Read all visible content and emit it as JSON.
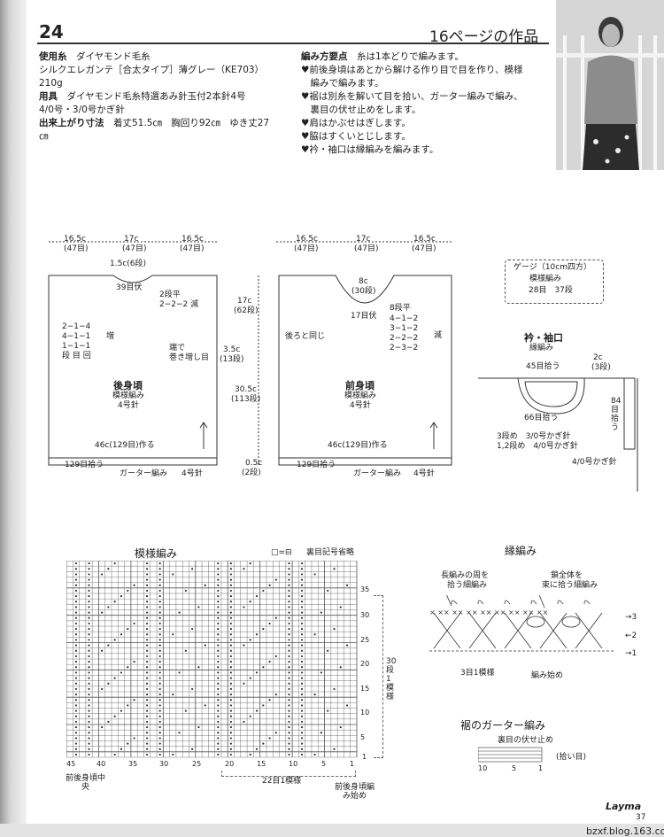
{
  "header": {
    "number": "24",
    "title": "16ページの作品"
  },
  "materials": {
    "yarn_label": "使用糸",
    "yarn_brand": "ダイヤモンド毛糸",
    "yarn_name": "シルクエレガンテ［合太タイプ］薄グレー（KE703）",
    "yarn_amount": "210g",
    "tools_label": "用具",
    "tools": "ダイヤモンド毛糸特選あみ針玉付2本針4号",
    "tools2": "4/0号・3/0号かぎ針",
    "size_label": "出来上がり寸法",
    "size": "着丈51.5㎝　胸回り92㎝　ゆき丈27",
    "size2": "㎝"
  },
  "instructions": {
    "label": "編み方要点",
    "intro": "糸は1本どりで編みます。",
    "items": [
      "♥前後身頃はあとから解ける作り目で目を作り、模様",
      "　編みで編みます。",
      "♥裾は別糸を解いて目を拾い、ガーター編みで編み、",
      "　裏目の伏せ止めをします。",
      "♥肩はかぶせはぎします。",
      "♥脇はすくいとじします。",
      "♥衿・袖口は縁編みを編みます。"
    ]
  },
  "back": {
    "top_dims": [
      "16.5c",
      "17c",
      "16.5c"
    ],
    "top_sts": [
      "(47目)",
      "(47目)",
      "(47目)"
    ],
    "neck_depth": "1.5c(6段)",
    "neck_bo": "39目伏",
    "neck_dec1": "2段平",
    "neck_dec2": "2−2−2 減",
    "inc_rows": [
      "2−1−4",
      "4−1−1",
      "1−1−1",
      "段 目 回"
    ],
    "inc_label": "増",
    "edge_cast1": "端で",
    "edge_cast2": "巻き増し目",
    "name": "後身頃",
    "pattern": "模様編み",
    "needle": "4号針",
    "bottom_cast": "46c(129目)作る",
    "pickup": "129目拾う",
    "garter": "ガーター編み",
    "garter_needle": "4号針"
  },
  "mid": {
    "h17": "17c",
    "h17s": "(62段)",
    "h35": "3.5c",
    "h35s": "(13段)",
    "h305": "30.5c",
    "h305s": "(113段)",
    "h05": "0.5c",
    "h05s": "(2段)"
  },
  "front": {
    "top_dims": [
      "16.5c",
      "17c",
      "16.5c"
    ],
    "top_sts": [
      "(47目)",
      "(47目)",
      "(47目)"
    ],
    "neck_depth": "8c",
    "neck_depth_s": "(30段)",
    "neck_bo": "17目伏",
    "neck_flat": "8段平",
    "neck_rows": [
      "4−1−2",
      "3−1−2",
      "2−2−2",
      "2−3−2"
    ],
    "neck_dec": "減",
    "same_as_back": "後ろと同じ",
    "name": "前身頃",
    "pattern": "模様編み",
    "needle": "4号針",
    "bottom_cast": "46c(129目)作る",
    "pickup": "129目拾う",
    "garter": "ガーター編み",
    "garter_needle": "4号針"
  },
  "gauge": {
    "title": "ゲージ（10cm四方）",
    "pattern": "模様編み",
    "value": "28目　37段"
  },
  "collar": {
    "title": "衿・袖口",
    "sub": "縁編み",
    "pick45": "45目拾う",
    "pick66": "66目拾う",
    "w2": "2c",
    "w2s": "(3段)",
    "pick84": "84目拾う",
    "rows1": "3段め　3/0号かぎ針",
    "rows2": "1,2段め　4/0号かぎ針",
    "hook": "4/0号かぎ針"
  },
  "chart": {
    "title": "模様編み",
    "legend_key": "□=⊟",
    "legend_text": "裏目記号省略",
    "right_rows": [
      "35",
      "30",
      "25",
      "20",
      "15",
      "10",
      "5",
      "1"
    ],
    "bottom_cols": [
      "45",
      "40",
      "35",
      "30",
      "25",
      "20",
      "15",
      "10",
      "5",
      "1"
    ],
    "repeat_rows": "30段1模様",
    "repeat_sts": "22目1模様",
    "center_label": "前後身頃中央",
    "start_label": "前後身頃編み始め"
  },
  "edging": {
    "title": "縁編み",
    "note_left1": "長編みの周を",
    "note_left2": "拾う細編み",
    "note_right1": "鎖全体を",
    "note_right2": "束に拾う細編み",
    "rows": [
      "→3",
      "←2",
      "→1"
    ],
    "repeat": "3目1模様",
    "start": "編み始め"
  },
  "garter_hem": {
    "title": "裾のガーター編み",
    "bo": "裏目の伏せ止め",
    "pick": "(拾い目)",
    "cols": [
      "10",
      "5",
      "1"
    ]
  },
  "footer": {
    "brand": "Layma",
    "page": "37",
    "url": "bzxf.blog.163.com"
  }
}
